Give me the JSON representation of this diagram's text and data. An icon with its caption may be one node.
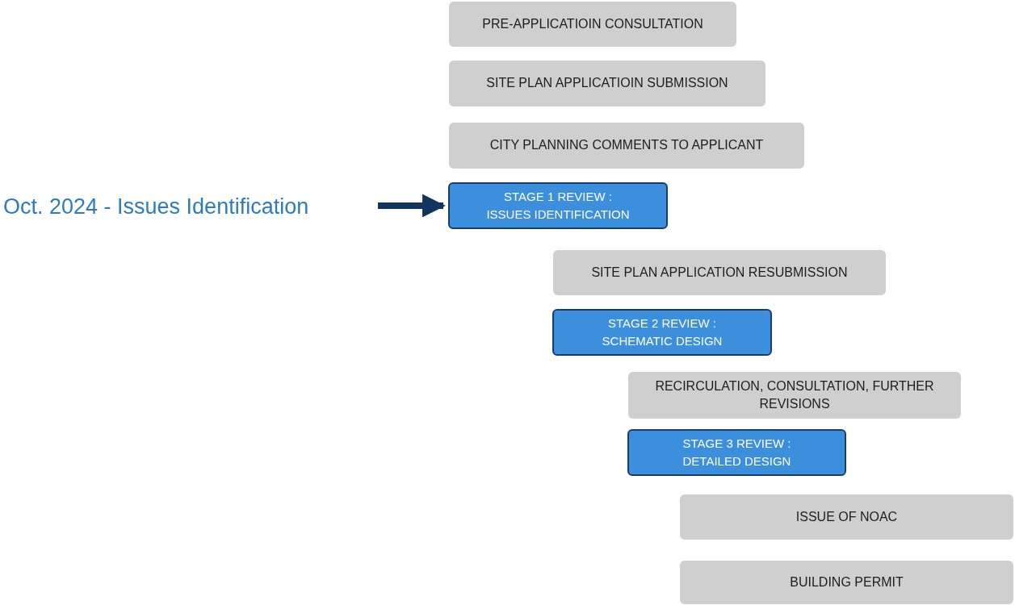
{
  "diagram": {
    "nodes": [
      {
        "text": [
          "PRE-APPLICATIOIN CONSULTATION"
        ]
      },
      {
        "text": [
          "SITE PLAN APPLICATIOIN SUBMISSION"
        ]
      },
      {
        "text": [
          "CITY PLANNING COMMENTS TO APPLICANT"
        ]
      },
      {
        "text": [
          "Oct. 2024 - Issues Identification"
        ]
      },
      {
        "text": [
          "STAGE 1 REVIEW : ISSUES IDENTIFICATION"
        ]
      },
      {
        "text": [
          "SITE PLAN APPLICATION RESUBMISSION"
        ]
      },
      {
        "text": [
          "STAGE 2 REVIEW : SCHEMATIC DESIGN"
        ]
      },
      {
        "text": [
          "RECIRCULATION, CONSULTATION, FURTHER REVISIONS"
        ]
      },
      {
        "text": [
          "STAGE 3 REVIEW : DETAILED DESIGN"
        ]
      },
      {
        "text": [
          "ISSUE OF NOAC"
        ]
      },
      {
        "text": [
          "BUILDING PERMIT"
        ]
      }
    ],
    "edges": [
      {
        "from": 3,
        "to": 4,
        "arrow": "to"
      }
    ]
  }
}
